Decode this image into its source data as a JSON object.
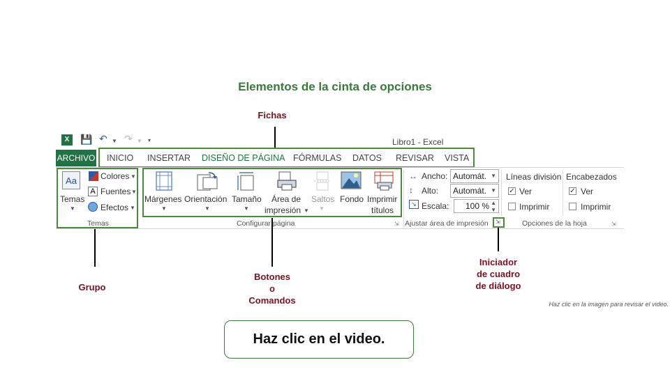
{
  "title": "Elementos de la cinta de opciones",
  "callouts": {
    "fichas": "Fichas",
    "grupo": "Grupo",
    "botones": [
      "Botones",
      "o",
      "Comandos"
    ],
    "iniciador": [
      "Iniciador",
      "de cuadro",
      "de diálogo"
    ]
  },
  "window_title": "Libro1 - Excel",
  "tabs": [
    "ARCHIVO",
    "INICIO",
    "INSERTAR",
    "DISEÑO DE PÁGINA",
    "FÓRMULAS",
    "DATOS",
    "REVISAR",
    "VISTA"
  ],
  "groups": {
    "temas": {
      "label": "Temas",
      "temas_btn": "Temas",
      "colores": "Colores",
      "fuentes": "Fuentes",
      "efectos": "Efectos"
    },
    "configurar": {
      "label": "Configurar página",
      "margenes": "Márgenes",
      "orientacion": "Orientación",
      "tamano": "Tamaño",
      "area": [
        "Área de",
        "impresión"
      ],
      "saltos": "Saltos",
      "fondo": "Fondo",
      "imprimir": [
        "Imprimir",
        "títulos"
      ]
    },
    "ajustar": {
      "label": "Ajustar área de impresión",
      "ancho_label": "Ancho:",
      "ancho_value": "Automát.",
      "alto_label": "Alto:",
      "alto_value": "Automát.",
      "escala_label": "Escala:",
      "escala_value": "100 %"
    },
    "opciones": {
      "label": "Opciones de la hoja",
      "lineas": "Líneas división",
      "encabezados": "Encabezados",
      "ver": "Ver",
      "imprimir": "Imprimir"
    }
  },
  "note": "Haz clic en la imagen para revisar el video.",
  "video_button": "Haz clic en el video.",
  "colors": {
    "accent": "#217346",
    "callout": "#7a1020",
    "title": "#3b7a3b",
    "frame": "#4a8a3a"
  }
}
